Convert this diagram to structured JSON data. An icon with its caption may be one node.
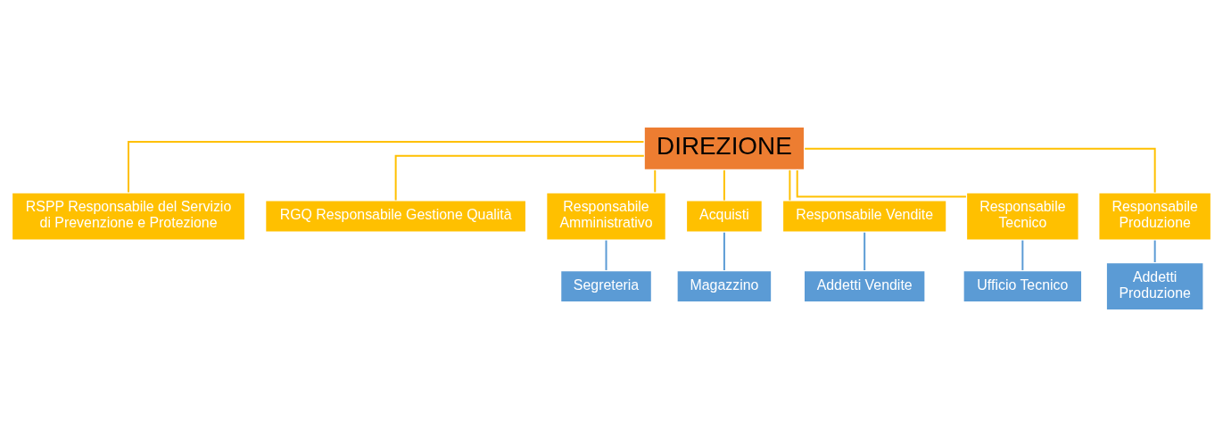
{
  "diagram": {
    "nodes": [
      {
        "text": [
          "DIREZIONE"
        ]
      },
      {
        "text": [
          "RSPP Responsabile del Servizio di Prevenzione e Protezione"
        ]
      },
      {
        "text": [
          "RGQ Responsabile Gestione Qualità"
        ]
      },
      {
        "text": [
          "Responsabile Amministrativo"
        ]
      },
      {
        "text": [
          "Acquisti"
        ]
      },
      {
        "text": [
          "Responsabile Vendite"
        ]
      },
      {
        "text": [
          "Responsabile Tecnico"
        ]
      },
      {
        "text": [
          "Responsabile Produzione"
        ]
      },
      {
        "text": [
          "Segreteria"
        ]
      },
      {
        "text": [
          "Magazzino"
        ]
      },
      {
        "text": [
          "Addetti Vendite"
        ]
      },
      {
        "text": [
          "Ufficio Tecnico"
        ]
      },
      {
        "text": [
          "Addetti Produzione"
        ]
      }
    ],
    "edges": [
      {
        "from": 0,
        "to": 1,
        "arrow": "none"
      },
      {
        "from": 0,
        "to": 2,
        "arrow": "none"
      },
      {
        "from": 0,
        "to": 3,
        "arrow": "none"
      },
      {
        "from": 0,
        "to": 4,
        "arrow": "none"
      },
      {
        "from": 0,
        "to": 5,
        "arrow": "none"
      },
      {
        "from": 0,
        "to": 6,
        "arrow": "none"
      },
      {
        "from": 0,
        "to": 7,
        "arrow": "none"
      },
      {
        "from": 3,
        "to": 8,
        "arrow": "none",
        "color": "#5b9bd5"
      },
      {
        "from": 4,
        "to": 9,
        "arrow": "none",
        "color": "#5b9bd5"
      },
      {
        "from": 5,
        "to": 10,
        "arrow": "none",
        "color": "#5b9bd5"
      },
      {
        "from": 6,
        "to": 11,
        "arrow": "none",
        "color": "#5b9bd5"
      },
      {
        "from": 7,
        "to": 12,
        "arrow": "none",
        "color": "#5b9bd5"
      }
    ]
  }
}
